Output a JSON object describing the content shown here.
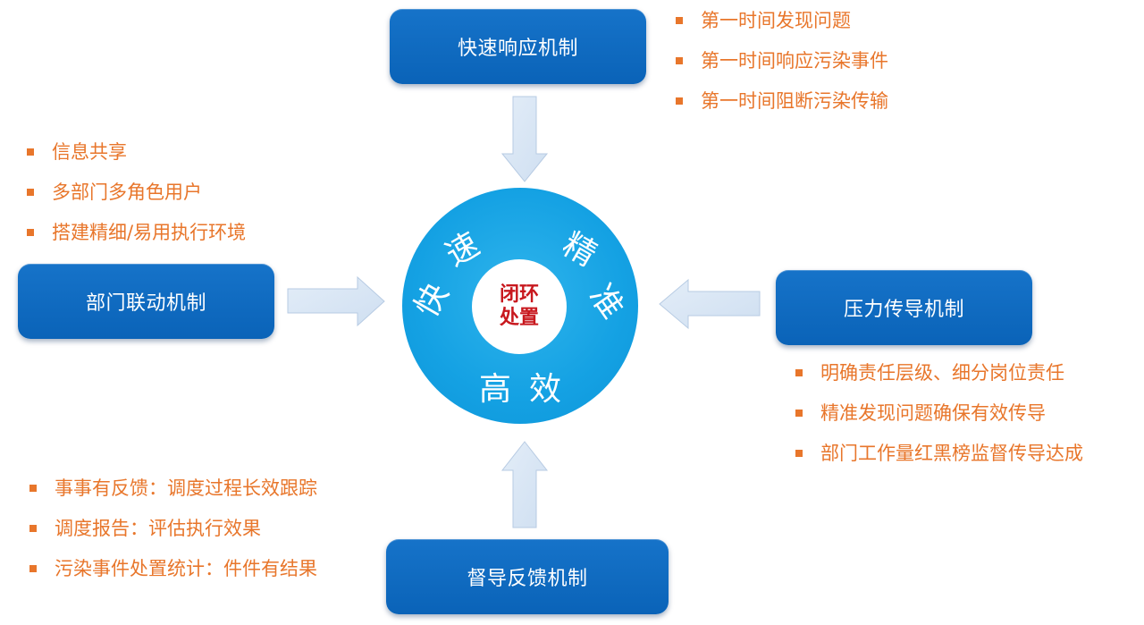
{
  "mechanisms": {
    "top": "快速响应机制",
    "left": "部门联动机制",
    "right": "压力传导机制",
    "bottom": "督导反馈机制"
  },
  "lists": {
    "top": [
      "第一时间发现问题",
      "第一时间响应污染事件",
      "第一时间阻断污染传输"
    ],
    "left": [
      "信息共享",
      "多部门多角色用户",
      "搭建精细/易用执行环境"
    ],
    "right": [
      "明确责任层级、细分岗位责任",
      "精准发现问题确保有效传导",
      "部门工作量红黑榜监督传导达成"
    ],
    "bottom": [
      "事事有反馈：调度过程长效跟踪",
      "调度报告：评估执行效果",
      "污染事件处置统计：件件有结果"
    ]
  },
  "center": {
    "line1": "闭环",
    "line2": "处置",
    "ring_chars": {
      "kuai": "快",
      "su": "速",
      "jing": "精",
      "zhun": "准",
      "gaoxiao": "高效"
    }
  },
  "colors": {
    "box_blue": "#0a63b8",
    "ring_blue": "#14a1e3",
    "bullet_orange": "#e8762b",
    "center_red": "#c8181e",
    "arrow_fill": "#dbe7f5"
  }
}
